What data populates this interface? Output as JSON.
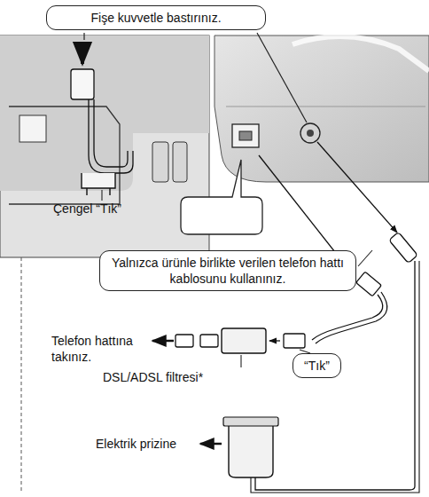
{
  "diagram": {
    "nodes": [
      {
        "text": [
          "Fişe kuvvetle bastırınız."
        ]
      },
      {
        "text": [
          "Yalnızca ürünle birlikte verilen telefon hattı kablosunu kullanınız."
        ]
      },
      {
        "text": [
          "“Tık”"
        ]
      }
    ],
    "labels": [
      "Çengel “Tık”",
      "Telefon hattına takınız.",
      "DSL/ADSL filtresi*",
      "Elektrik prizine"
    ]
  }
}
